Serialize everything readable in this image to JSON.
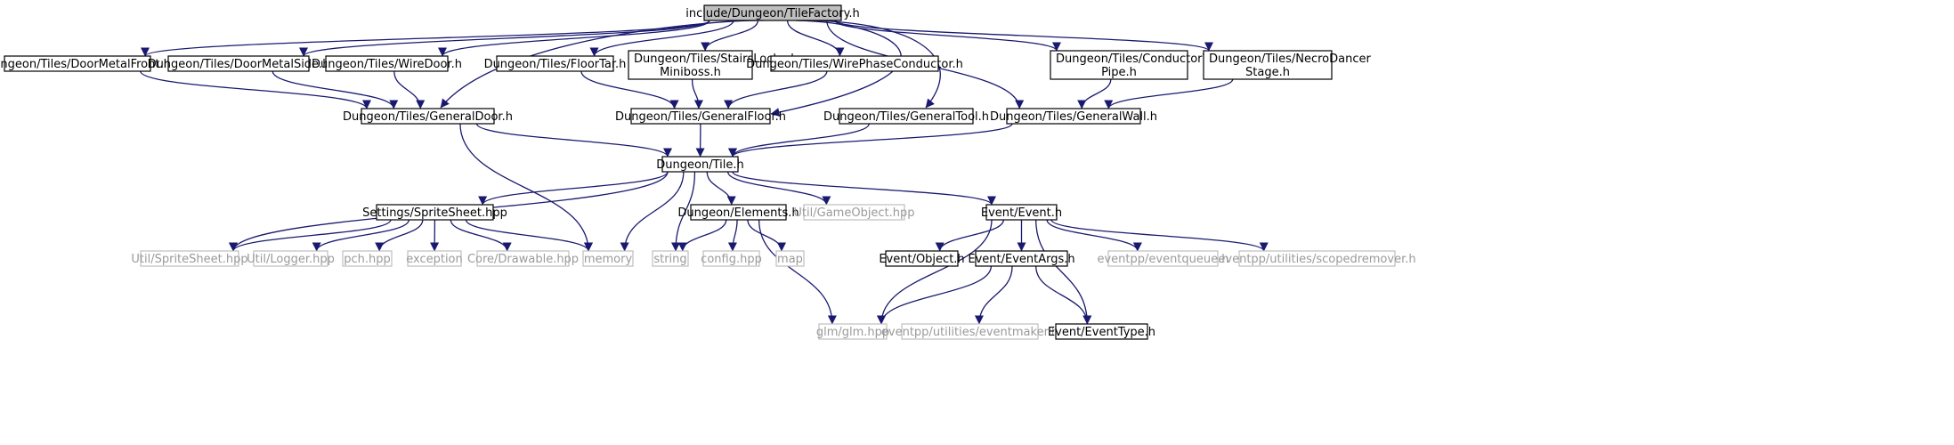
{
  "colors": {
    "edge": "#191970",
    "root_fill": "#bfbfbf",
    "external_border": "#bfbfbf",
    "external_text": "#9a9a9a"
  },
  "nodes": [
    {
      "id": "root",
      "lines": [
        "include/Dungeon/TileFactory.h"
      ],
      "kind": "root"
    },
    {
      "id": "doormetalfront",
      "lines": [
        "Dungeon/Tiles/DoorMetalFront.h"
      ],
      "kind": "file"
    },
    {
      "id": "doormetalside",
      "lines": [
        "Dungeon/Tiles/DoorMetalSide.h"
      ],
      "kind": "file"
    },
    {
      "id": "wiredoor",
      "lines": [
        "Dungeon/Tiles/WireDoor.h"
      ],
      "kind": "file"
    },
    {
      "id": "floortar",
      "lines": [
        "Dungeon/Tiles/FloorTar.h"
      ],
      "kind": "file"
    },
    {
      "id": "stairs",
      "lines": [
        "Dungeon/Tiles/StairsLocked",
        "Miniboss.h"
      ],
      "kind": "file"
    },
    {
      "id": "wirephase",
      "lines": [
        "Dungeon/Tiles/WirePhaseConductor.h"
      ],
      "kind": "file"
    },
    {
      "id": "conductorwall",
      "lines": [
        "Dungeon/Tiles/ConductorWall",
        "Pipe.h"
      ],
      "kind": "file"
    },
    {
      "id": "necrodancer",
      "lines": [
        "Dungeon/Tiles/NecroDancer",
        "Stage.h"
      ],
      "kind": "file"
    },
    {
      "id": "generaldoor",
      "lines": [
        "Dungeon/Tiles/GeneralDoor.h"
      ],
      "kind": "file"
    },
    {
      "id": "generalfloor",
      "lines": [
        "Dungeon/Tiles/GeneralFloor.h"
      ],
      "kind": "file"
    },
    {
      "id": "generaltool",
      "lines": [
        "Dungeon/Tiles/GeneralTool.h"
      ],
      "kind": "file"
    },
    {
      "id": "generalwall",
      "lines": [
        "Dungeon/Tiles/GeneralWall.h"
      ],
      "kind": "file"
    },
    {
      "id": "tile",
      "lines": [
        "Dungeon/Tile.h"
      ],
      "kind": "file"
    },
    {
      "id": "spritesheethpp",
      "lines": [
        "Settings/SpriteSheet.hpp"
      ],
      "kind": "file"
    },
    {
      "id": "elements",
      "lines": [
        "Dungeon/Elements.h"
      ],
      "kind": "file"
    },
    {
      "id": "gameobject",
      "lines": [
        "Util/GameObject.hpp"
      ],
      "kind": "external"
    },
    {
      "id": "event",
      "lines": [
        "Event/Event.h"
      ],
      "kind": "file"
    },
    {
      "id": "utilspritesheet",
      "lines": [
        "Util/SpriteSheet.hpp"
      ],
      "kind": "external"
    },
    {
      "id": "logger",
      "lines": [
        "Util/Logger.hpp"
      ],
      "kind": "external"
    },
    {
      "id": "pch",
      "lines": [
        "pch.hpp"
      ],
      "kind": "external"
    },
    {
      "id": "exception",
      "lines": [
        "exception"
      ],
      "kind": "external"
    },
    {
      "id": "drawable",
      "lines": [
        "Core/Drawable.hpp"
      ],
      "kind": "external"
    },
    {
      "id": "memory",
      "lines": [
        "memory"
      ],
      "kind": "external"
    },
    {
      "id": "string",
      "lines": [
        "string"
      ],
      "kind": "external"
    },
    {
      "id": "config",
      "lines": [
        "config.hpp"
      ],
      "kind": "external"
    },
    {
      "id": "map",
      "lines": [
        "map"
      ],
      "kind": "external"
    },
    {
      "id": "object",
      "lines": [
        "Event/Object.h"
      ],
      "kind": "file"
    },
    {
      "id": "eventargs",
      "lines": [
        "Event/EventArgs.h"
      ],
      "kind": "file"
    },
    {
      "id": "eventqueue",
      "lines": [
        "eventpp/eventqueue.h"
      ],
      "kind": "external"
    },
    {
      "id": "scopedremover",
      "lines": [
        "eventpp/utilities/scopedremover.h"
      ],
      "kind": "external"
    },
    {
      "id": "glm",
      "lines": [
        "glm/glm.hpp"
      ],
      "kind": "external"
    },
    {
      "id": "eventmaker",
      "lines": [
        "eventpp/utilities/eventmaker.h"
      ],
      "kind": "external"
    },
    {
      "id": "eventtype",
      "lines": [
        "Event/EventType.h"
      ],
      "kind": "file"
    }
  ],
  "edges": [
    [
      "root",
      "doormetalfront"
    ],
    [
      "root",
      "doormetalside"
    ],
    [
      "root",
      "wiredoor"
    ],
    [
      "root",
      "generaldoor"
    ],
    [
      "root",
      "floortar"
    ],
    [
      "root",
      "stairs"
    ],
    [
      "root",
      "wirephase"
    ],
    [
      "root",
      "generalfloor"
    ],
    [
      "root",
      "generaltool"
    ],
    [
      "root",
      "conductorwall"
    ],
    [
      "root",
      "generalwall"
    ],
    [
      "root",
      "necrodancer"
    ],
    [
      "doormetalfront",
      "generaldoor"
    ],
    [
      "doormetalside",
      "generaldoor"
    ],
    [
      "wiredoor",
      "generaldoor"
    ],
    [
      "floortar",
      "generalfloor"
    ],
    [
      "stairs",
      "generalfloor"
    ],
    [
      "wirephase",
      "generalfloor"
    ],
    [
      "conductorwall",
      "generalwall"
    ],
    [
      "necrodancer",
      "generalwall"
    ],
    [
      "generaldoor",
      "tile"
    ],
    [
      "generaldoor",
      "memory"
    ],
    [
      "generalfloor",
      "tile"
    ],
    [
      "generaltool",
      "tile"
    ],
    [
      "generalwall",
      "tile"
    ],
    [
      "tile",
      "utilspritesheet"
    ],
    [
      "tile",
      "spritesheethpp"
    ],
    [
      "tile",
      "memory"
    ],
    [
      "tile",
      "string"
    ],
    [
      "tile",
      "elements"
    ],
    [
      "tile",
      "gameobject"
    ],
    [
      "tile",
      "event"
    ],
    [
      "spritesheethpp",
      "utilspritesheet"
    ],
    [
      "spritesheethpp",
      "logger"
    ],
    [
      "spritesheethpp",
      "pch"
    ],
    [
      "spritesheethpp",
      "exception"
    ],
    [
      "spritesheethpp",
      "drawable"
    ],
    [
      "spritesheethpp",
      "memory"
    ],
    [
      "elements",
      "string"
    ],
    [
      "elements",
      "config"
    ],
    [
      "elements",
      "map"
    ],
    [
      "elements",
      "glm"
    ],
    [
      "event",
      "glm"
    ],
    [
      "event",
      "object"
    ],
    [
      "event",
      "eventargs"
    ],
    [
      "event",
      "eventqueue"
    ],
    [
      "event",
      "scopedremover"
    ],
    [
      "event",
      "eventtype"
    ],
    [
      "eventargs",
      "glm"
    ],
    [
      "eventargs",
      "eventmaker"
    ],
    [
      "eventargs",
      "eventtype"
    ]
  ]
}
